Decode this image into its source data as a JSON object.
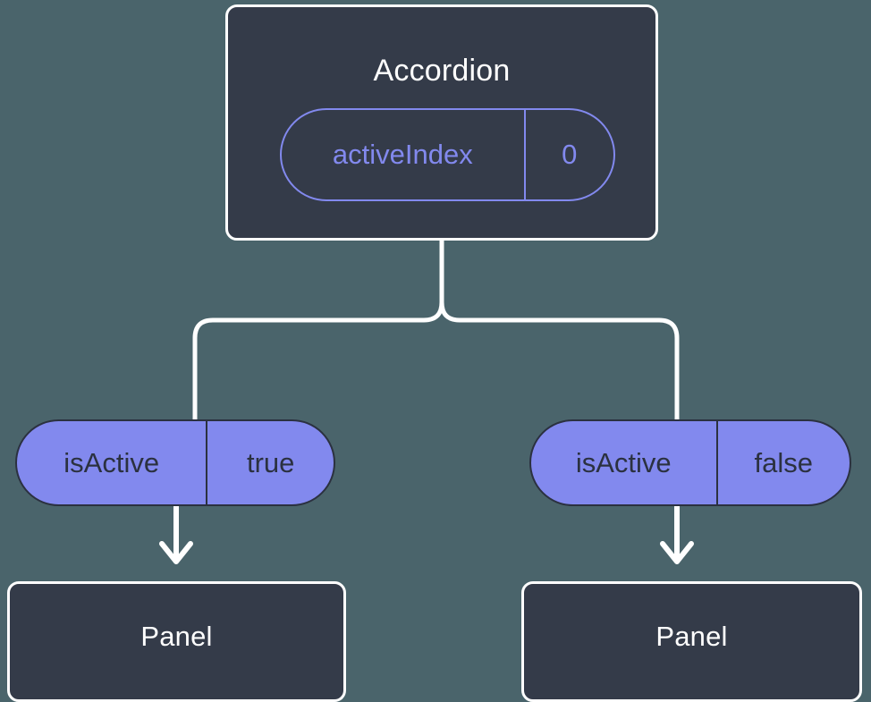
{
  "diagram": {
    "type": "component-tree",
    "background_color": "#4a646b",
    "node_fill_color": "#343b49",
    "node_border_color": "#ffffff",
    "accent_color": "#8289ee",
    "pill_text_color": "#2b3140",
    "root": {
      "title": "Accordion",
      "state": {
        "key": "activeIndex",
        "value": "0"
      }
    },
    "children": [
      {
        "prop": {
          "key": "isActive",
          "value": "true"
        },
        "title": "Panel"
      },
      {
        "prop": {
          "key": "isActive",
          "value": "false"
        },
        "title": "Panel"
      }
    ]
  }
}
